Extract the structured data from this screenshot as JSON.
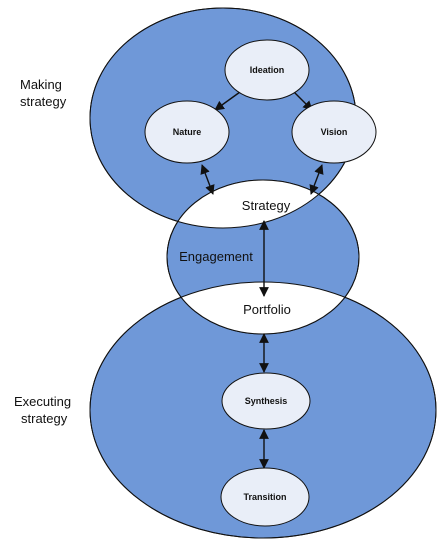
{
  "side_labels": {
    "making_line1": "Making",
    "making_line2": "strategy",
    "executing_line1": "Executing",
    "executing_line2": "strategy"
  },
  "nodes": {
    "ideation": "Ideation",
    "nature": "Nature",
    "vision": "Vision",
    "synthesis": "Synthesis",
    "transition": "Transition"
  },
  "bands": {
    "strategy": "Strategy",
    "engagement": "Engagement",
    "portfolio": "Portfolio"
  },
  "colors": {
    "ellipse_fill": "#6f98d8",
    "node_fill": "#e9eef8",
    "outline": "#111111",
    "overlap_fill": "#ffffff"
  }
}
